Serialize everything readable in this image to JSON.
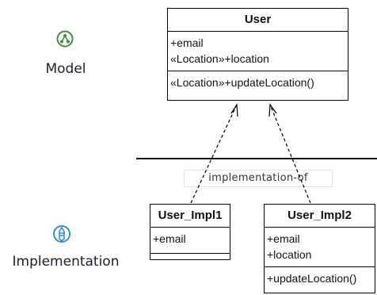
{
  "levels": {
    "model": {
      "label": "Model",
      "icon": "model-icon",
      "color": "#3f8f3a"
    },
    "implementation": {
      "label": "Implementation",
      "icon": "pen-icon",
      "color": "#2f8fd8"
    }
  },
  "classes": {
    "user": {
      "name": "User",
      "attributes": [
        "+email",
        "«Location»+location"
      ],
      "operations": [
        "«Location»+updateLocation()"
      ]
    },
    "user_impl1": {
      "name": "User_Impl1",
      "attributes": [
        "+email"
      ],
      "operations": []
    },
    "user_impl2": {
      "name": "User_Impl2",
      "attributes": [
        "+email",
        "+location"
      ],
      "operations": [
        "+updateLocation()"
      ]
    }
  },
  "relation_label": "implementation-of"
}
